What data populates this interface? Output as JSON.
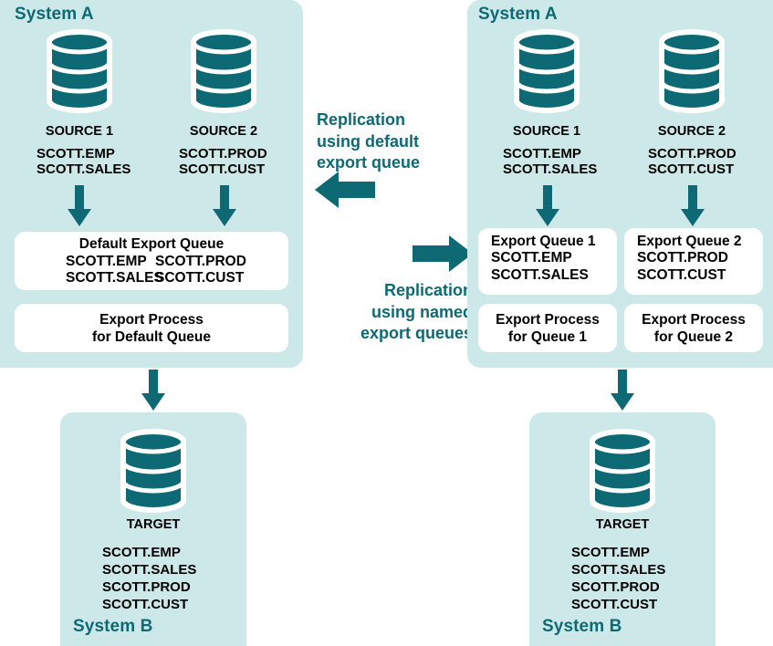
{
  "diagram": {
    "title": "Replication using default export queue vs named export queues",
    "colors": {
      "teal": "#0d6a75",
      "panel_bg": "#cde8e9",
      "box_bg": "#ffffff",
      "text": "#000000"
    }
  },
  "left_flow": {
    "system_a_label": "System A",
    "system_b_label": "System B",
    "sources": [
      {
        "name": "SOURCE 1",
        "tables": "SCOTT.EMP\nSCOTT.SALES",
        "table_list": [
          "SCOTT.EMP",
          "SCOTT.SALES"
        ],
        "icon": "database-cylinder-icon"
      },
      {
        "name": "SOURCE 2",
        "tables": "SCOTT.PROD\nSCOTT.CUST",
        "table_list": [
          "SCOTT.PROD",
          "SCOTT.CUST"
        ],
        "icon": "database-cylinder-icon"
      }
    ],
    "queue": {
      "title": "Default Export Queue",
      "column_1": "SCOTT.EMP\nSCOTT.SALES",
      "column_2": "SCOTT.PROD\nSCOTT.CUST"
    },
    "process": {
      "line_1": "Export Process",
      "line_2": "for Default Queue"
    },
    "target": {
      "name": "TARGET",
      "tables": "SCOTT.EMP\nSCOTT.SALES\nSCOTT.PROD\nSCOTT.CUST",
      "table_list": [
        "SCOTT.EMP",
        "SCOTT.SALES",
        "SCOTT.PROD",
        "SCOTT.CUST"
      ],
      "icon": "database-cylinder-icon"
    }
  },
  "right_flow": {
    "system_a_label": "System A",
    "system_b_label": "System B",
    "sources": [
      {
        "name": "SOURCE 1",
        "tables": "SCOTT.EMP\nSCOTT.SALES",
        "table_list": [
          "SCOTT.EMP",
          "SCOTT.SALES"
        ],
        "icon": "database-cylinder-icon"
      },
      {
        "name": "SOURCE 2",
        "tables": "SCOTT.PROD\nSCOTT.CUST",
        "table_list": [
          "SCOTT.PROD",
          "SCOTT.CUST"
        ],
        "icon": "database-cylinder-icon"
      }
    ],
    "queues": [
      {
        "title": "Export Queue 1",
        "tables": "SCOTT.EMP\nSCOTT.SALES",
        "table_list": [
          "SCOTT.EMP",
          "SCOTT.SALES"
        ]
      },
      {
        "title": "Export Queue 2",
        "tables": "SCOTT.PROD\nSCOTT.CUST",
        "table_list": [
          "SCOTT.PROD",
          "SCOTT.CUST"
        ]
      }
    ],
    "processes": [
      {
        "line_1": "Export Process",
        "line_2": "for Queue 1"
      },
      {
        "line_1": "Export Process",
        "line_2": "for Queue 2"
      }
    ],
    "target": {
      "name": "TARGET",
      "tables": "SCOTT.EMP\nSCOTT.SALES\nSCOTT.PROD\nSCOTT.CUST",
      "table_list": [
        "SCOTT.EMP",
        "SCOTT.SALES",
        "SCOTT.PROD",
        "SCOTT.CUST"
      ],
      "icon": "database-cylinder-icon"
    }
  },
  "center": {
    "top_label": "Replication\nusing default\nexport queue",
    "top_arrow_icon": "arrow-left-icon",
    "bottom_label": "Replication\nusing named\nexport queues",
    "bottom_arrow_icon": "arrow-right-icon"
  }
}
